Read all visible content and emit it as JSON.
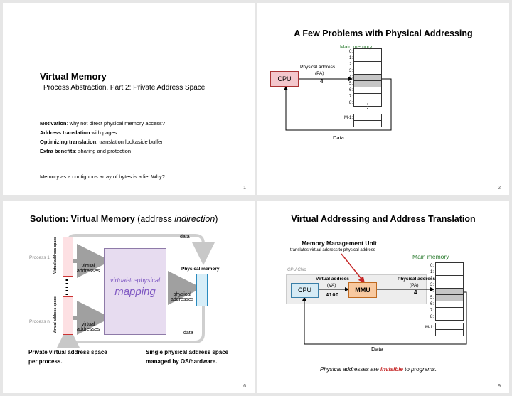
{
  "slide1": {
    "title": "Virtual Memory",
    "subtitle": "Process Abstraction, Part 2: Private Address Space",
    "bullets": [
      {
        "bold": "Motivation",
        "rest": ": why not direct physical memory access?"
      },
      {
        "bold": "Address translation",
        "rest": " with pages"
      },
      {
        "bold": "Optimizing translation",
        "rest": ": translation lookaside buffer"
      },
      {
        "bold": "Extra benefits",
        "rest": ": sharing and protection"
      }
    ],
    "note": "Memory as a contiguous array of bytes is a lie!  Why?",
    "page": "1"
  },
  "slide2": {
    "title": "A Few Problems with Physical Addressing",
    "memory_label": "Main memory",
    "rows": [
      "0:",
      "1:",
      "2:",
      "3:",
      "4:",
      "5:",
      "6:",
      "7:",
      "8:"
    ],
    "last_row": "M-1:",
    "ellipsis": "⋮",
    "cpu": "CPU",
    "pa_label": "Physical address",
    "pa_sub": "(PA)",
    "pa_value": "4",
    "data_label": "Data",
    "page": "2",
    "colors": {
      "cpu": "#f4c7cc",
      "memory_label": "#2e7d32"
    }
  },
  "slide3": {
    "title_bold": "Solution: Virtual Memory",
    "title_paren_open": " (address ",
    "title_italic": "indirection",
    "title_paren_close": ")",
    "top_data": "data",
    "bottom_data": "data",
    "process1": "Process 1",
    "processn": "Process n",
    "vas_label": "Virtual address space",
    "virtual_addresses": "virtual\naddresses",
    "mapping_line1": "virtual-to-physical",
    "mapping_line2": "mapping",
    "physical_memory": "Physical memory",
    "physical_addresses": "physical\naddresses",
    "caption_left": "Private virtual address space\nper process.",
    "caption_right": "Single physical address space\nmanaged by OS/hardware.",
    "page": "6",
    "colors": {
      "mapping_fill": "#e7dcf0",
      "mapping_text": "#7e57c2",
      "phys_fill": "#d7eef8"
    }
  },
  "slide4": {
    "title": "Virtual Addressing and Address Translation",
    "mmu_title": "Memory Management Unit",
    "mmu_sub": "translates virtual address to physical address",
    "memory_label": "Main memory",
    "cpu_chip": "CPU Chip",
    "cpu": "CPU",
    "mmu": "MMU",
    "va_label": "Virtual address",
    "va_sub": "(VA)",
    "va_value": "4100",
    "pa_label": "Physical address",
    "pa_sub": "(PA)",
    "pa_value": "4",
    "rows": [
      "0:",
      "1:",
      "2:",
      "3:",
      "4:",
      "5:",
      "6:",
      "7:",
      "8:"
    ],
    "last_row": "M-1:",
    "ellipsis": "⋮",
    "data_label": "Data",
    "footer_pre": "Physical addresses are ",
    "footer_em": "invisible",
    "footer_post": " to programs.",
    "page": "9",
    "colors": {
      "cpu": "#d6ebf5",
      "mmu": "#f8c9a0",
      "arrow": "#c62828",
      "invisible": "#c62828"
    }
  }
}
